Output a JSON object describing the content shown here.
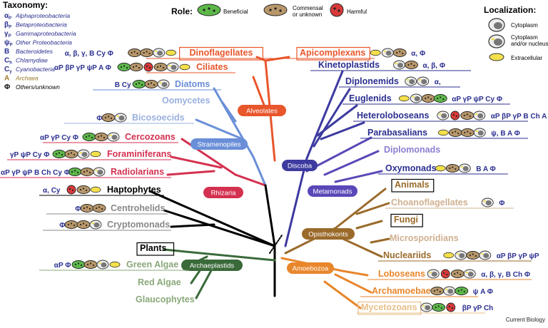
{
  "legend": {
    "taxonomy_title": "Taxonomy:",
    "taxonomy": [
      {
        "symbol": "α",
        "sub": "P",
        "name": "Alphaproteobacteria",
        "color": "#2b2f8f"
      },
      {
        "symbol": "β",
        "sub": "P",
        "name": "Betaproteobacteria",
        "color": "#2b2f8f"
      },
      {
        "symbol": "γ",
        "sub": "P",
        "name": "Gammaproteobacteria",
        "color": "#2b2f8f"
      },
      {
        "symbol": "ψ",
        "sub": "P",
        "name": "Other Proteobacteria",
        "color": "#2b2f8f"
      },
      {
        "symbol": "B",
        "sub": "",
        "name": "Bacteroidetes",
        "color": "#2b2f8f"
      },
      {
        "symbol": "C",
        "sub": "h",
        "name": "Chlamydiae",
        "color": "#2b2f8f"
      },
      {
        "symbol": "C",
        "sub": "y",
        "name": "Cyanobacteria",
        "color": "#2b2f8f"
      },
      {
        "symbol": "A",
        "sub": "",
        "name": "Archaea",
        "color": "#9a7a2a"
      },
      {
        "symbol": "Φ",
        "sub": "",
        "name": "Others/unknown",
        "color": "#000000"
      }
    ],
    "role_title": "Role:",
    "roles": [
      {
        "label": "Beneficial",
        "icon": "beneficial-bacterium",
        "color": "#5db84a"
      },
      {
        "label": "Commensal or unknown",
        "icon": "commensal-bacterium",
        "color": "#b8976a"
      },
      {
        "label": "Harmful",
        "icon": "harmful-bacterium",
        "color": "#d83a3a"
      }
    ],
    "localization_title": "Localization:",
    "localizations": [
      {
        "label": "Cytoplasm",
        "icon": "cytoplasm-cell-icon"
      },
      {
        "label": "Cytoplasm and/or nucleus",
        "icon": "nucleus-cell-icon"
      },
      {
        "label": "Extracellular",
        "icon": "extracellular-icon"
      }
    ]
  },
  "groups": [
    {
      "id": "alveolates",
      "label": "Alveolates",
      "color": "#e8562b"
    },
    {
      "id": "stramenopiles",
      "label": "Stramenopiles",
      "color": "#6a8fd8"
    },
    {
      "id": "rhizaria",
      "label": "Rhizaria",
      "color": "#d4304f"
    },
    {
      "id": "discoba",
      "label": "Discoba",
      "color": "#3d3aa0"
    },
    {
      "id": "metamonads",
      "label": "Metamonads",
      "color": "#5a48b8"
    },
    {
      "id": "opisthokonts",
      "label": "Opisthokonts",
      "color": "#9a6a2a"
    },
    {
      "id": "archaeplastids",
      "label": "Archaeplastids",
      "color": "#3a6a3a"
    },
    {
      "id": "amoebozoa",
      "label": "Amoebozoa",
      "color": "#e8862b"
    }
  ],
  "taxa": [
    {
      "name": "Dinoflagellates",
      "color": "#e8562b",
      "boxed": true,
      "tax": "α, β, γ, B Cy Φ",
      "icons": [
        "commensal",
        "commensal",
        "nucleus",
        "extracellular"
      ]
    },
    {
      "name": "Apicomplexans",
      "color": "#e8562b",
      "boxed": true,
      "tax": "α, Φ",
      "icons": [
        "extracellular",
        "nucleus",
        "commensal"
      ]
    },
    {
      "name": "Ciliates",
      "color": "#e8562b",
      "boxed": false,
      "tax": "αP βP γP ψP A Φ",
      "icons": [
        "beneficial",
        "commensal",
        "harmful",
        "commensal",
        "nucleus",
        "extracellular"
      ]
    },
    {
      "name": "Diatoms",
      "color": "#6a8fd8",
      "boxed": false,
      "tax": "B Cy",
      "icons": [
        "beneficial",
        "commensal",
        "nucleus"
      ]
    },
    {
      "name": "Oomycetes",
      "color": "#9ab0e0",
      "boxed": false,
      "tax": "",
      "icons": []
    },
    {
      "name": "Bicosoecids",
      "color": "#9ab0e0",
      "boxed": false,
      "tax": "Φ",
      "icons": [
        "commensal",
        "nucleus"
      ]
    },
    {
      "name": "Cercozoans",
      "color": "#d4304f",
      "boxed": false,
      "tax": "αP γP Cy Φ",
      "icons": [
        "beneficial",
        "commensal",
        "nucleus"
      ]
    },
    {
      "name": "Foraminiferans",
      "color": "#d4304f",
      "boxed": false,
      "tax": "γP ψP Cy Φ",
      "icons": [
        "beneficial",
        "commensal",
        "nucleus",
        "extracellular"
      ]
    },
    {
      "name": "Radiolarians",
      "color": "#d4304f",
      "boxed": false,
      "tax": "αP γP ψP B Ch Cy Φ",
      "icons": [
        "beneficial",
        "commensal",
        "nucleus"
      ]
    },
    {
      "name": "Haptophytes",
      "color": "#000000",
      "boxed": false,
      "tax": "α, Cy",
      "icons": [
        "harmful",
        "commensal",
        "extracellular"
      ]
    },
    {
      "name": "Centrohelids",
      "color": "#888888",
      "boxed": false,
      "tax": "Φ",
      "icons": [
        "commensal",
        "commensal"
      ]
    },
    {
      "name": "Cryptomonads",
      "color": "#888888",
      "boxed": false,
      "tax": "Φ",
      "icons": [
        "commensal",
        "commensal",
        "nucleus"
      ]
    },
    {
      "name": "Plants",
      "color": "#000000",
      "boxed": true,
      "tax": "",
      "icons": []
    },
    {
      "name": "Green Algae",
      "color": "#8aa87a",
      "boxed": false,
      "tax": "αP Φ",
      "icons": [
        "beneficial",
        "commensal",
        "nucleus",
        "extracellular"
      ]
    },
    {
      "name": "Red Algae",
      "color": "#8aa87a",
      "boxed": false,
      "tax": "",
      "icons": []
    },
    {
      "name": "Glaucophytes",
      "color": "#8aa87a",
      "boxed": false,
      "tax": "",
      "icons": []
    },
    {
      "name": "Kinetoplastids",
      "color": "#2b2f8f",
      "boxed": false,
      "tax": "α, β, Φ",
      "icons": [
        "nucleus",
        "commensal"
      ]
    },
    {
      "name": "Diplonemids",
      "color": "#2b2f8f",
      "boxed": false,
      "tax": "α,",
      "icons": [
        "nucleus",
        "nucleus"
      ]
    },
    {
      "name": "Euglenids",
      "color": "#2b2f8f",
      "boxed": false,
      "tax": "αP γP ψP Cy Φ",
      "icons": [
        "extracellular",
        "nucleus",
        "commensal",
        "beneficial"
      ]
    },
    {
      "name": "Heteroloboseans",
      "color": "#2b2f8f",
      "boxed": false,
      "tax": "αP βP γP B Ch A",
      "icons": [
        "nucleus",
        "harmful",
        "commensal",
        "nucleus"
      ]
    },
    {
      "name": "Parabasalians",
      "color": "#2b2f8f",
      "boxed": false,
      "tax": "ψ, B A Φ",
      "icons": [
        "extracellular",
        "commensal",
        "commensal",
        "nucleus"
      ]
    },
    {
      "name": "Diplomonads",
      "color": "#8a80d0",
      "boxed": false,
      "tax": "",
      "icons": []
    },
    {
      "name": "Oxymonads",
      "color": "#2b2f8f",
      "boxed": false,
      "tax": "B A Φ",
      "icons": [
        "extracellular",
        "commensal",
        "nucleus"
      ]
    },
    {
      "name": "Animals",
      "color": "#9a6a2a",
      "boxed": true,
      "tax": "",
      "icons": []
    },
    {
      "name": "Choanoflagellates",
      "color": "#d0b090",
      "boxed": false,
      "tax": "Φ",
      "icons": [
        "nucleus"
      ]
    },
    {
      "name": "Fungi",
      "color": "#9a6a2a",
      "boxed": true,
      "tax": "",
      "icons": []
    },
    {
      "name": "Microsporidians",
      "color": "#d0b090",
      "boxed": false,
      "tax": "",
      "icons": []
    },
    {
      "name": "Nucleariids",
      "color": "#9a6a2a",
      "boxed": false,
      "tax": "αP βP γP ψP",
      "icons": [
        "extracellular",
        "nucleus",
        "commensal",
        "nucleus"
      ]
    },
    {
      "name": "Loboseans",
      "color": "#e8862b",
      "boxed": false,
      "tax": "α, β, γ, B Ch Φ",
      "icons": [
        "nucleus",
        "harmful",
        "commensal",
        "nucleus"
      ]
    },
    {
      "name": "Archamoebae",
      "color": "#e8862b",
      "boxed": false,
      "tax": "ψ A Φ",
      "icons": [
        "commensal",
        "nucleus",
        "beneficial"
      ]
    },
    {
      "name": "Mycetozoans",
      "color": "#e8c08a",
      "boxed": true,
      "tax": "βP γP Ch",
      "icons": [
        "nucleus",
        "beneficial",
        "harmful"
      ]
    }
  ],
  "credit": "Current Biology",
  "colors": {
    "beneficial": "#5db84a",
    "commensal": "#b8976a",
    "harmful": "#d83a3a",
    "extracellular": "#f3e04a"
  }
}
